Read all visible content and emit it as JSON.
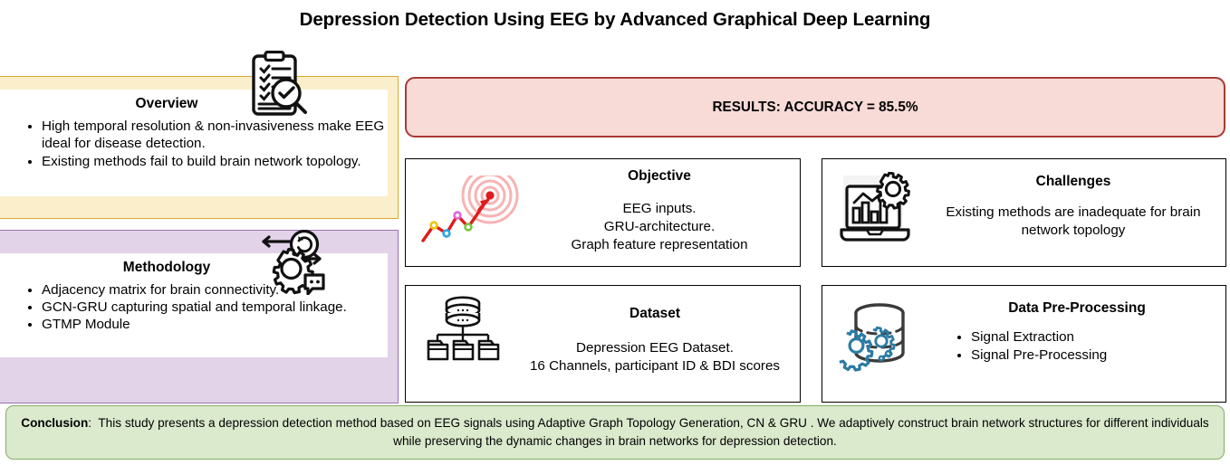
{
  "title": "Depression Detection Using EEG by Advanced Graphical Deep Learning",
  "overview": {
    "heading": "Overview",
    "icon": "clipboard-checklist-magnifier-icon",
    "bullets": [
      "High temporal resolution & non-invasiveness make EEG ideal for disease detection.",
      "Existing methods fail to build brain network topology."
    ],
    "panel_color": "#fbeecb",
    "border_color": "#d8aa2e"
  },
  "methodology": {
    "heading": "Methodology",
    "icon": "gear-refresh-chat-icon",
    "bullets": [
      "Adjacency matrix for brain connectivity.",
      "GCN-GRU capturing spatial and temporal linkage.",
      "GTMP Module"
    ],
    "panel_color": "#e2d3e8",
    "border_color": "#9a72b3"
  },
  "results": {
    "label": "RESULTS: ACCURACY = 85.5%",
    "background": "#f8dad6",
    "border_color": "#a63b33"
  },
  "objective": {
    "title": "Objective",
    "icon": "target-trendline-icon",
    "lines": [
      "EEG inputs.",
      "GRU-architecture.",
      "Graph feature representation"
    ]
  },
  "challenges": {
    "title": "Challenges",
    "icon": "laptop-chart-gear-icon",
    "body": "Existing methods are inadequate for brain network topology"
  },
  "dataset": {
    "title": "Dataset",
    "icon": "database-folders-icon",
    "lines": [
      "Depression EEG Dataset.",
      "16 Channels, participant ID & BDI scores"
    ]
  },
  "preprocessing": {
    "title": "Data Pre-Processing",
    "icon": "database-gears-icon",
    "bullets": [
      "Signal Extraction",
      "Signal Pre-Processing"
    ]
  },
  "conclusion": {
    "label": "Conclusion",
    "separator": ":",
    "text": "This study presents a depression detection method based on EEG signals using Adaptive Graph Topology Generation, CN & GRU . We adaptively construct brain network structures for different individuals while preserving the dynamic changes in brain networks for depression detection.",
    "background": "#dbe9cd",
    "border_color": "#7fae63"
  }
}
